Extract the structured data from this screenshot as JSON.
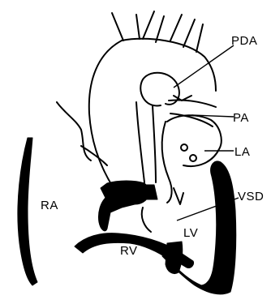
{
  "labels": {
    "pda": "PDA",
    "pa": "PA",
    "la": "LA",
    "vsd": "VSD",
    "ra": "RA",
    "rv": "RV",
    "lv": "LV"
  }
}
